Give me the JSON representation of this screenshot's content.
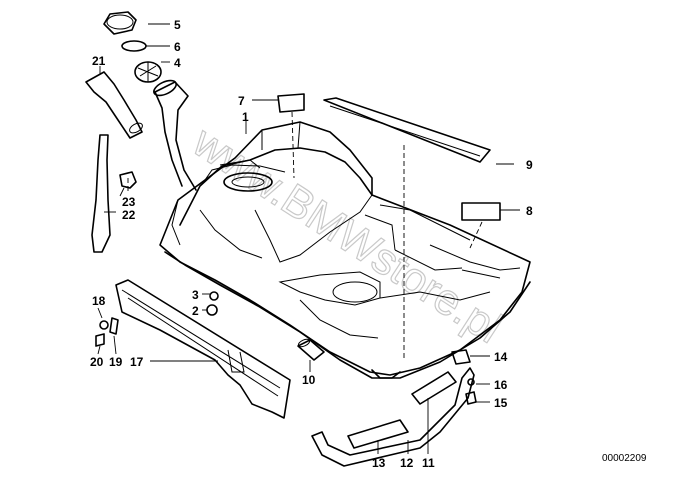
{
  "callouts": {
    "c1": "1",
    "c2": "2",
    "c3": "3",
    "c4": "4",
    "c5": "5",
    "c6": "6",
    "c7": "7",
    "c8": "8",
    "c9": "9",
    "c10": "10",
    "c11": "11",
    "c12": "12",
    "c13": "13",
    "c14": "14",
    "c15": "15",
    "c16": "16",
    "c17": "17",
    "c18": "18",
    "c19": "19",
    "c20": "20",
    "c21": "21",
    "c22": "22",
    "c23": "23"
  },
  "watermark": "www.BMWstore.pl",
  "diagram_code": "00002209"
}
